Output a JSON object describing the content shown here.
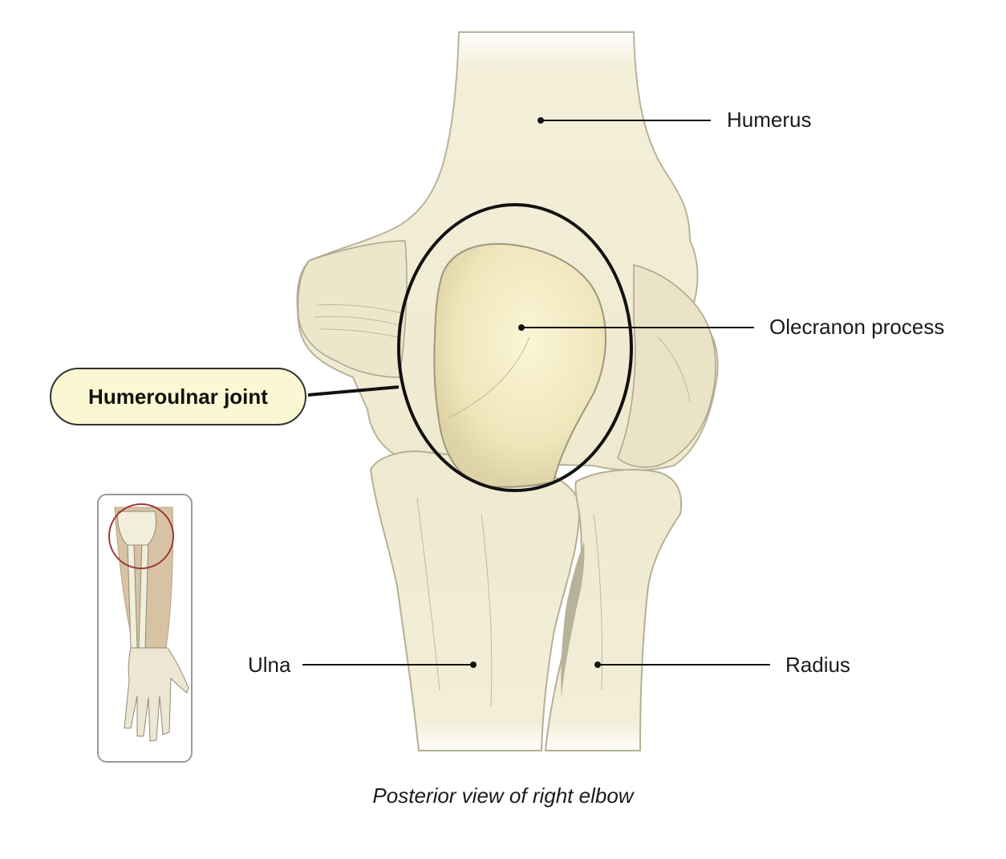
{
  "labels": {
    "humerus": "Humerus",
    "olecranon": "Olecranon process",
    "ulna": "Ulna",
    "radius": "Radius"
  },
  "callout": {
    "text": "Humeroulnar joint"
  },
  "caption": "Posterior view of right elbow",
  "colors": {
    "bone": "#f3efd9",
    "bone_shade": "#c9c4ab",
    "highlight": "#fbf7d2",
    "outline": "#111111",
    "inset_circle": "#9b3a3a",
    "inset_skin": "#d7c3a3"
  },
  "icons": {
    "inset": "arm-skeleton-icon"
  }
}
